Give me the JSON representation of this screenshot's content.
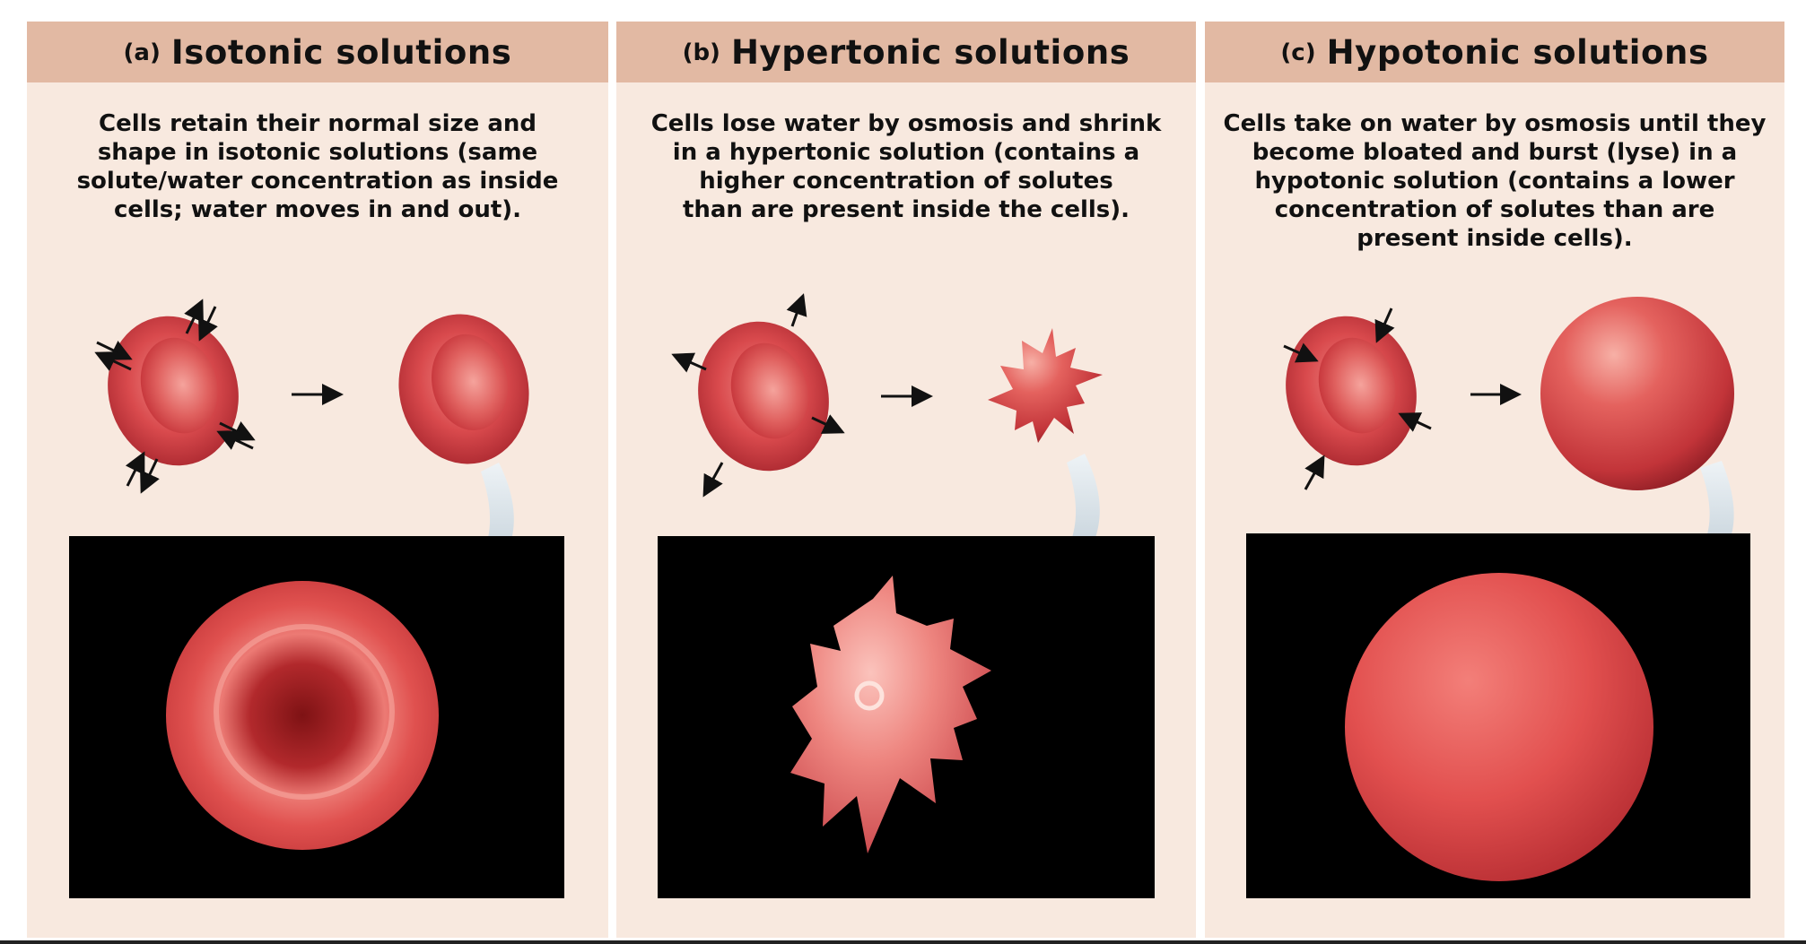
{
  "panels": [
    {
      "tag": "(a)",
      "title": "Isotonic solutions",
      "description": [
        "Cells retain their normal size and",
        "shape in isotonic solutions (same",
        "solute/water concentration as inside",
        "cells; water moves in and out)."
      ]
    },
    {
      "tag": "(b)",
      "title": "Hypertonic solutions",
      "description": [
        "Cells lose water by osmosis and shrink",
        "in a hypertonic solution (contains a",
        "higher concentration of solutes",
        "than are present inside the cells)."
      ]
    },
    {
      "tag": "(c)",
      "title": "Hypotonic solutions",
      "description": [
        "Cells take on water by osmosis until they",
        "become bloated and burst (lyse) in a",
        "hypotonic solution (contains a lower",
        "concentration of solutes than are",
        "present inside cells)."
      ]
    }
  ],
  "colors": {
    "panel_background": "#f8e9df",
    "header_background": "#e2b9a3",
    "cell_red": "#d9464c",
    "micrograph_background": "#000000",
    "callout_arrow": "#c7d6df"
  }
}
